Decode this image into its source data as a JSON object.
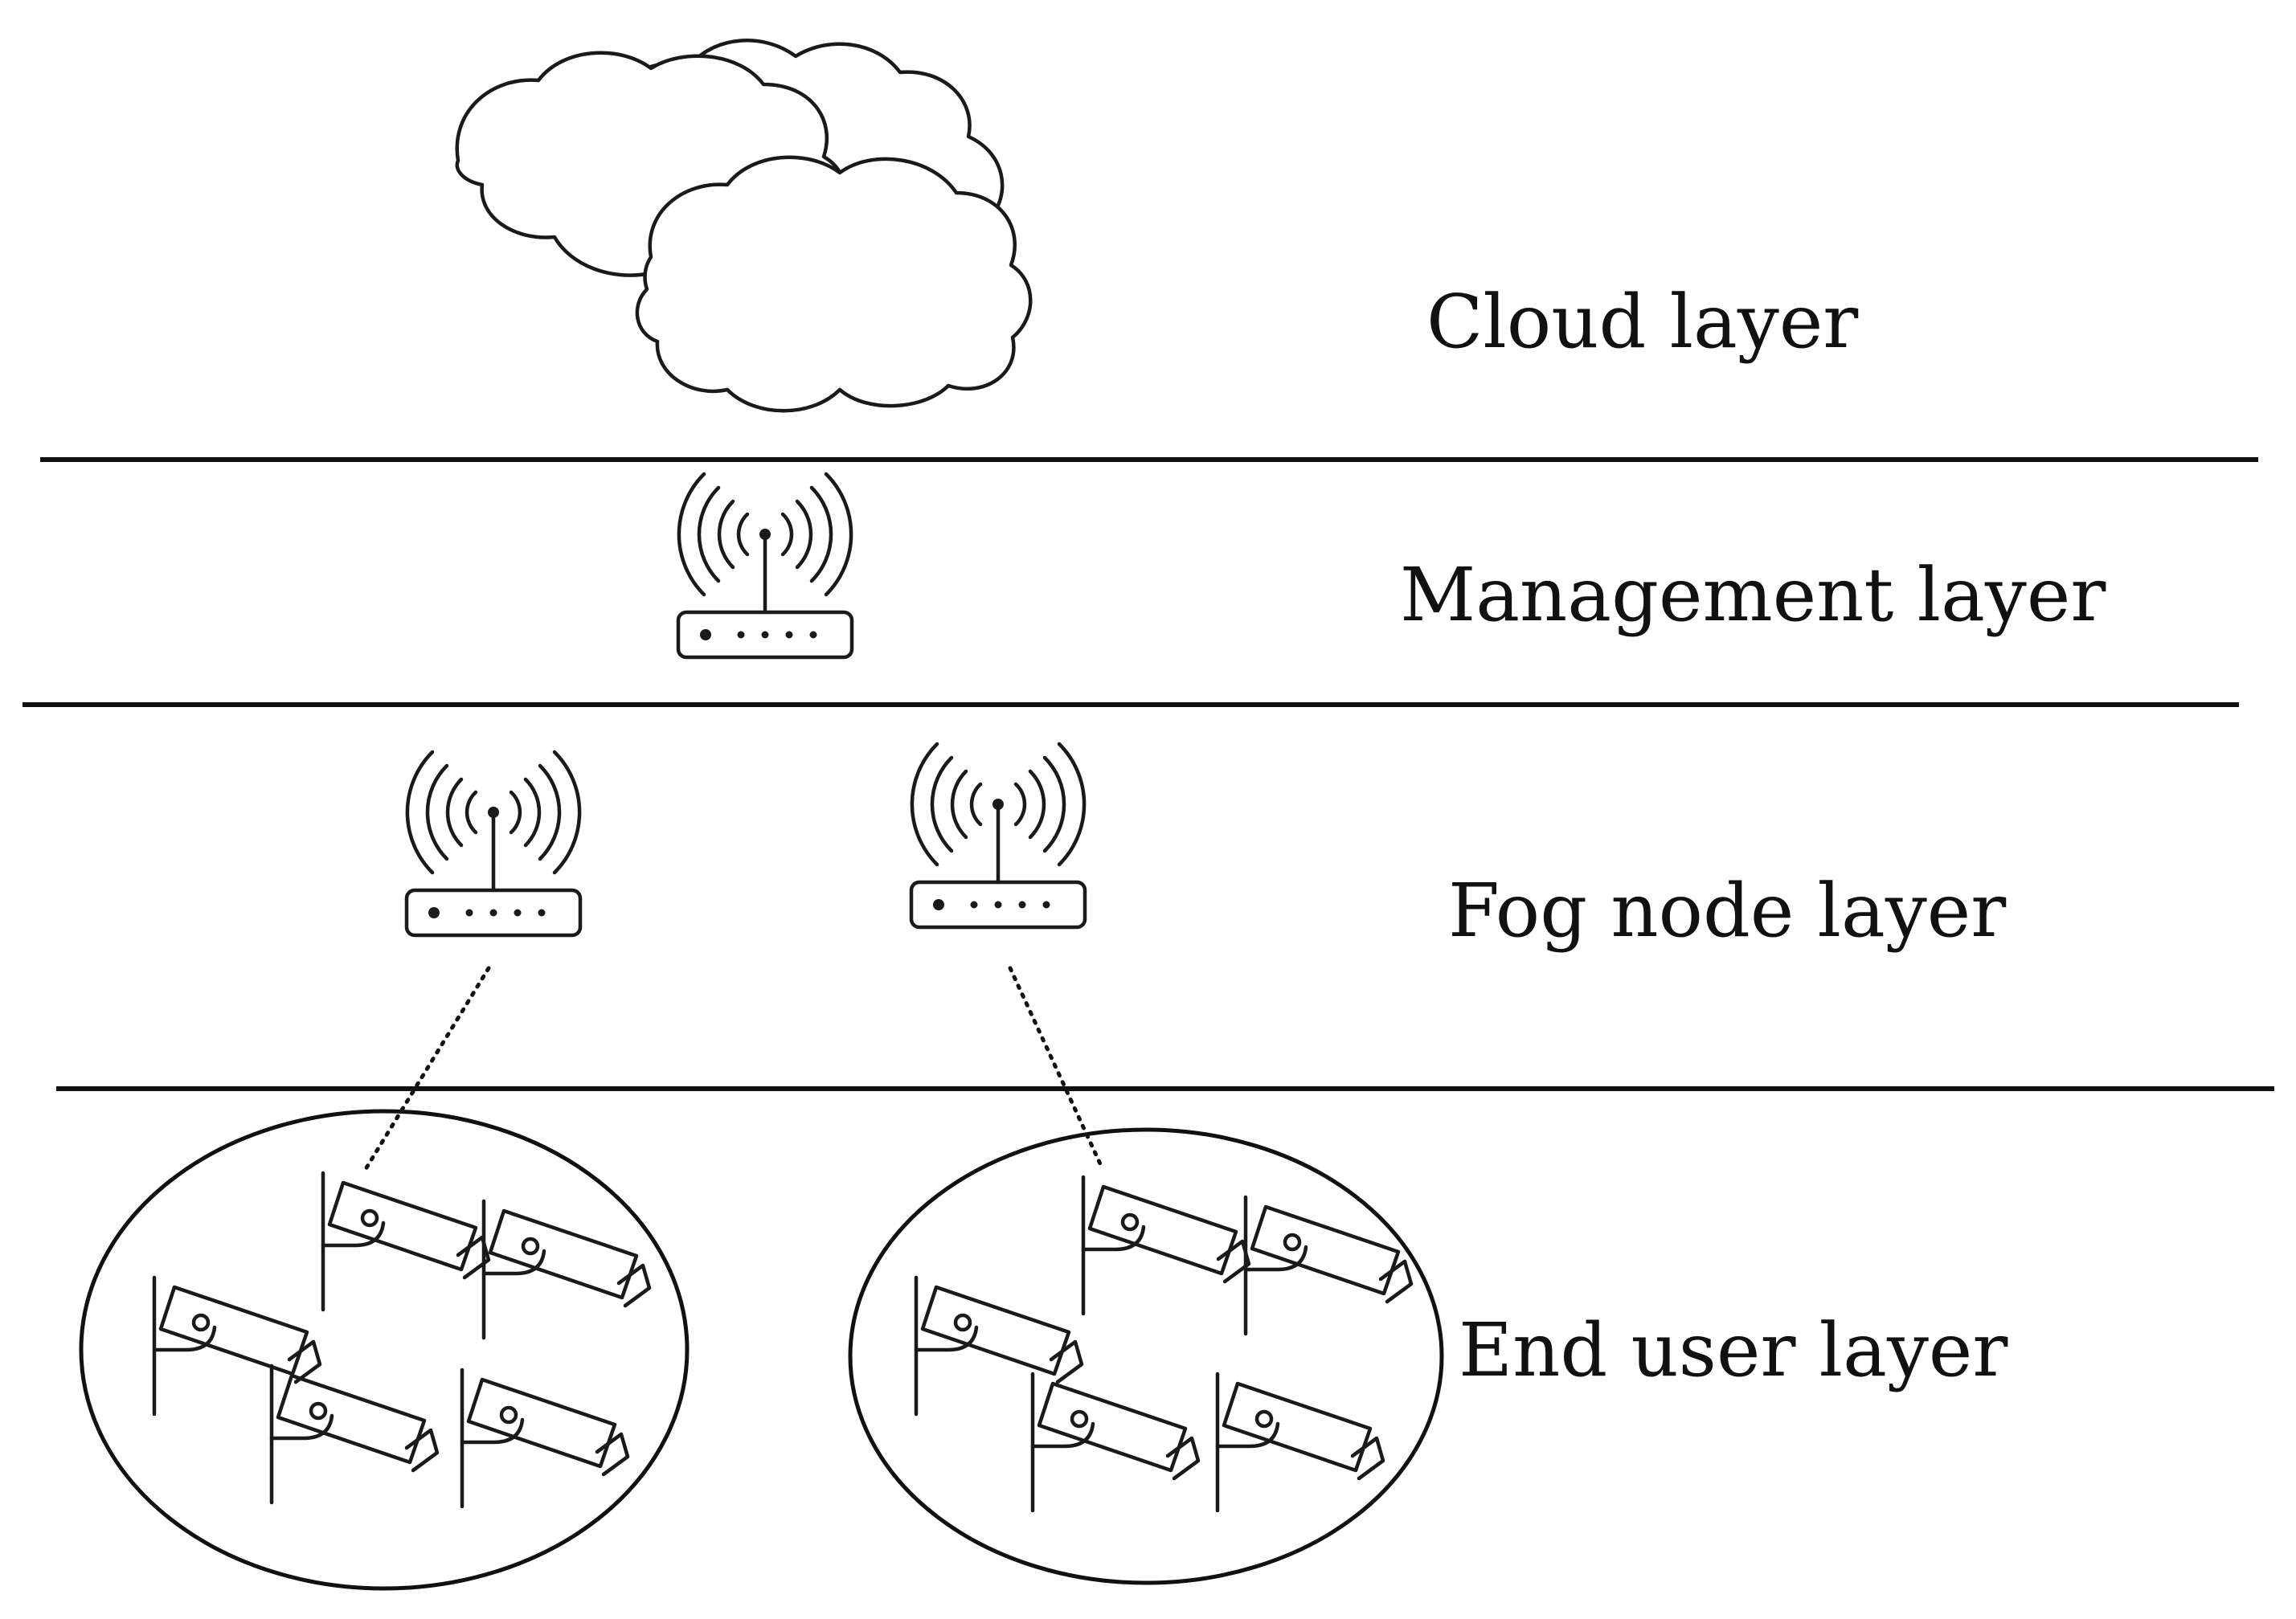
{
  "layers": [
    {
      "id": "cloud",
      "label": "Cloud layer"
    },
    {
      "id": "management",
      "label": "Management layer"
    },
    {
      "id": "fog",
      "label": "Fog node layer"
    },
    {
      "id": "end-user",
      "label": "End user layer"
    }
  ],
  "icons": {
    "cloud": "cloud-icon",
    "router": "wireless-router-icon",
    "camera": "cctv-camera-icon"
  },
  "colors": {
    "line": "#111111",
    "background": "#ffffff"
  }
}
